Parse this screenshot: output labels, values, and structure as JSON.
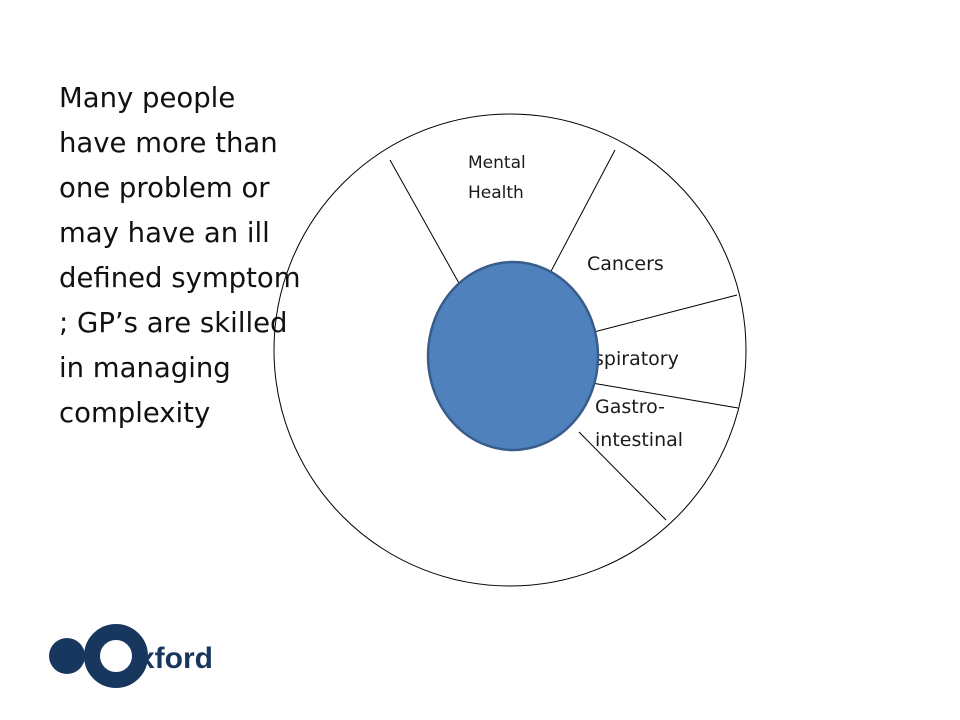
{
  "caption": {
    "lines": [
      "Many people",
      "have more than",
      "one problem or",
      "may have an ill",
      "defined symptom",
      "; GP’s are skilled",
      "in managing",
      "complexity"
    ]
  },
  "diagram": {
    "segments": [
      {
        "label_lines": [
          "Mental",
          "Health"
        ]
      },
      {
        "label_lines": [
          "Cancers"
        ]
      },
      {
        "label_lines": [
          "Respiratory"
        ]
      },
      {
        "label_lines": [
          "Gastro-",
          "intestinal"
        ]
      }
    ],
    "colors": {
      "core_fill": "#4f81bd",
      "core_stroke": "#385d8a",
      "ring_stroke": "#000000"
    }
  },
  "logo": {
    "text": "xford",
    "colors": {
      "dark": "#17375e",
      "light": "#ffffff"
    }
  }
}
